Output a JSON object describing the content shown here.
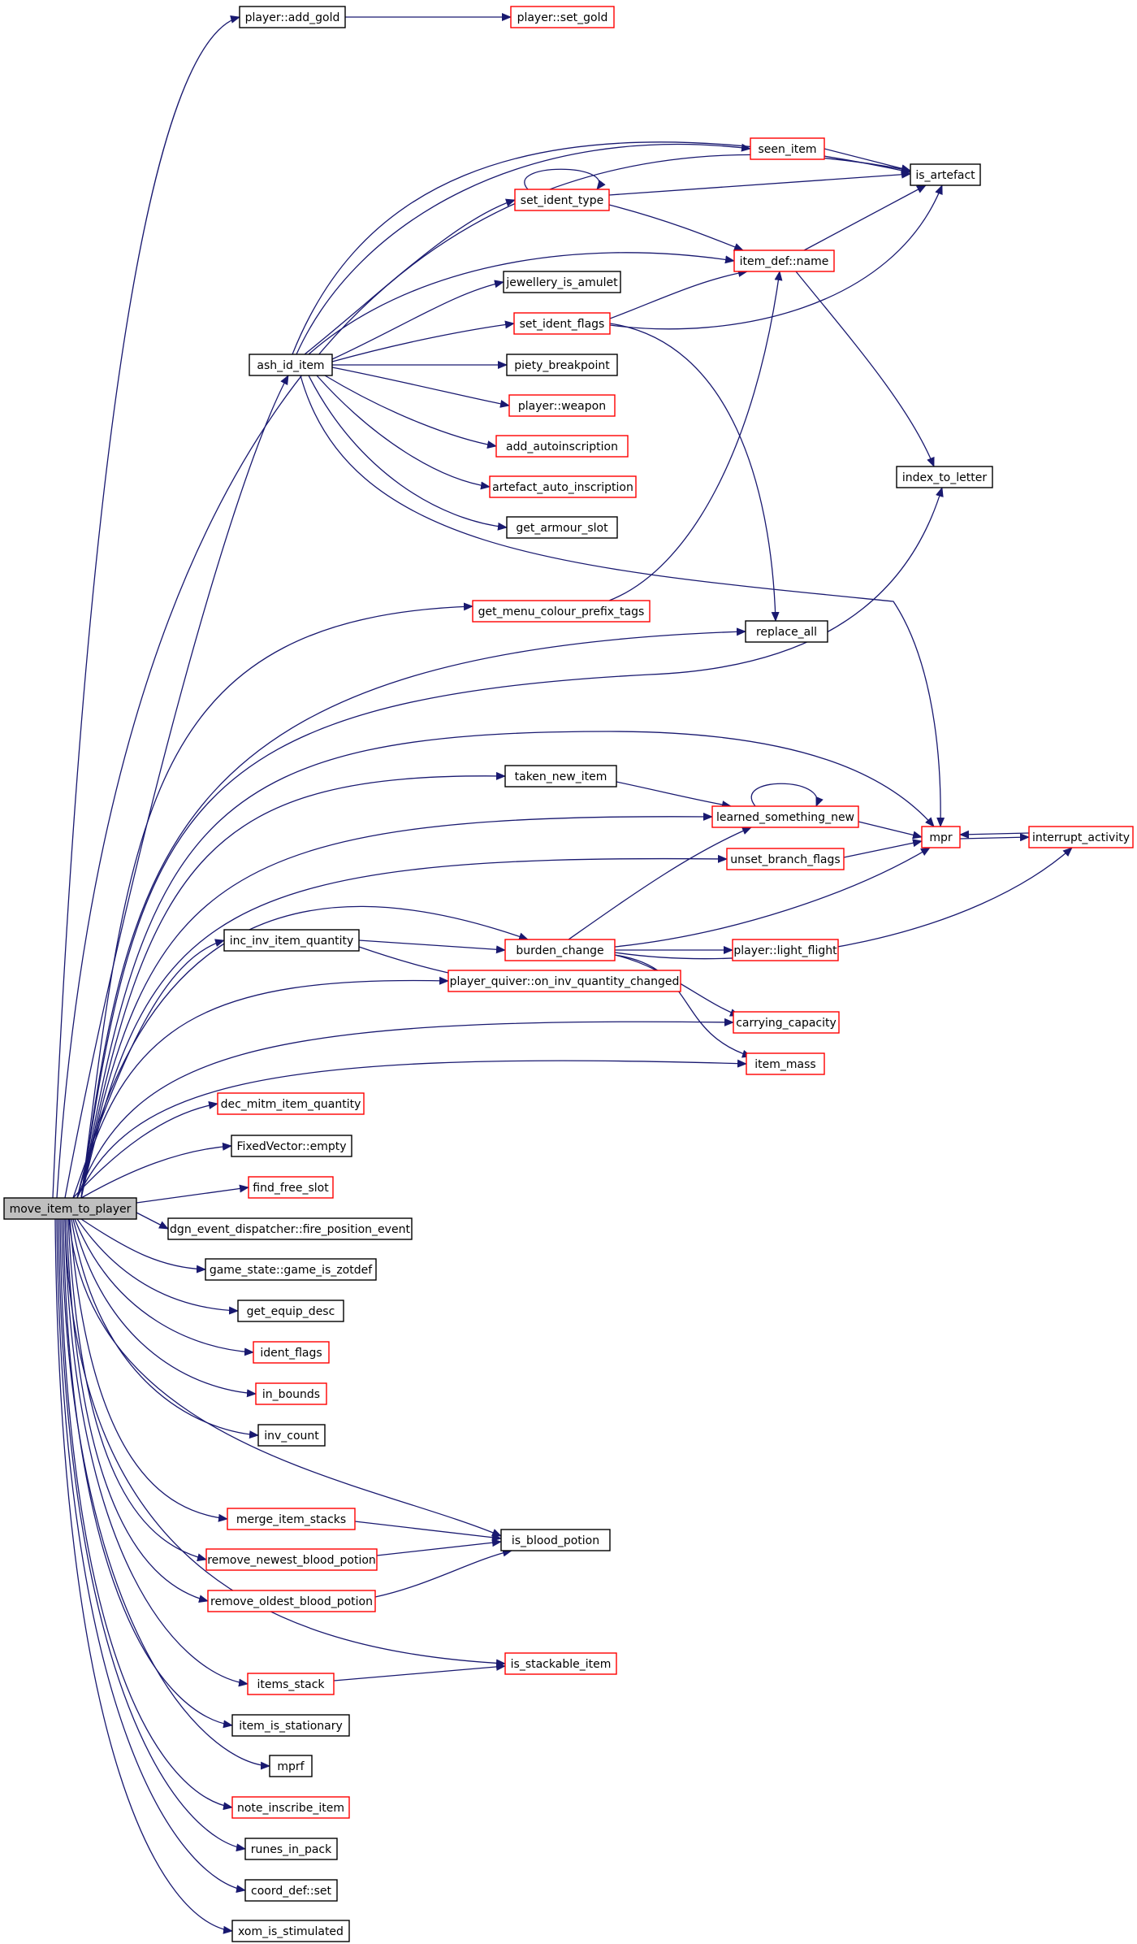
{
  "colors": {
    "edge": "#191970",
    "root_fill": "#bfbfbf",
    "border_plain": "#000000",
    "border_incomplete": "#ff0000"
  },
  "nodes": [
    {
      "id": "root",
      "label": "move_item_to_player",
      "style": "root"
    },
    {
      "id": "add_gold",
      "label": "player::add_gold",
      "style": "plain"
    },
    {
      "id": "set_gold",
      "label": "player::set_gold",
      "style": "red"
    },
    {
      "id": "seen_item",
      "label": "seen_item",
      "style": "red"
    },
    {
      "id": "is_artefact",
      "label": "is_artefact",
      "style": "plain"
    },
    {
      "id": "set_ident_type",
      "label": "set_ident_type",
      "style": "red"
    },
    {
      "id": "item_def_name",
      "label": "item_def::name",
      "style": "red"
    },
    {
      "id": "jewellery_is_amulet",
      "label": "jewellery_is_amulet",
      "style": "plain"
    },
    {
      "id": "set_ident_flags",
      "label": "set_ident_flags",
      "style": "red"
    },
    {
      "id": "ash_id_item",
      "label": "ash_id_item",
      "style": "plain"
    },
    {
      "id": "piety_breakpoint",
      "label": "piety_breakpoint",
      "style": "plain"
    },
    {
      "id": "player_weapon",
      "label": "player::weapon",
      "style": "red"
    },
    {
      "id": "add_autoinscription",
      "label": "add_autoinscription",
      "style": "red"
    },
    {
      "id": "index_to_letter",
      "label": "index_to_letter",
      "style": "plain"
    },
    {
      "id": "artefact_auto_inscription",
      "label": "artefact_auto_inscription",
      "style": "red"
    },
    {
      "id": "get_armour_slot",
      "label": "get_armour_slot",
      "style": "plain"
    },
    {
      "id": "get_menu_colour_prefix_tags",
      "label": "get_menu_colour_prefix_tags",
      "style": "red"
    },
    {
      "id": "replace_all",
      "label": "replace_all",
      "style": "plain"
    },
    {
      "id": "taken_new_item",
      "label": "taken_new_item",
      "style": "plain"
    },
    {
      "id": "learned_something_new",
      "label": "learned_something_new",
      "style": "red"
    },
    {
      "id": "mpr",
      "label": "mpr",
      "style": "red"
    },
    {
      "id": "interrupt_activity",
      "label": "interrupt_activity",
      "style": "red"
    },
    {
      "id": "unset_branch_flags",
      "label": "unset_branch_flags",
      "style": "red"
    },
    {
      "id": "inc_inv_item_quantity",
      "label": "inc_inv_item_quantity",
      "style": "plain"
    },
    {
      "id": "burden_change",
      "label": "burden_change",
      "style": "red"
    },
    {
      "id": "player_light_flight",
      "label": "player::light_flight",
      "style": "red"
    },
    {
      "id": "player_quiver",
      "label": "player_quiver::on_inv_quantity_changed",
      "style": "red"
    },
    {
      "id": "carrying_capacity",
      "label": "carrying_capacity",
      "style": "red"
    },
    {
      "id": "item_mass",
      "label": "item_mass",
      "style": "red"
    },
    {
      "id": "dec_mitm_item_quantity",
      "label": "dec_mitm_item_quantity",
      "style": "red"
    },
    {
      "id": "fixedvector_empty",
      "label": "FixedVector::empty",
      "style": "plain"
    },
    {
      "id": "find_free_slot",
      "label": "find_free_slot",
      "style": "red"
    },
    {
      "id": "dgn_event",
      "label": "dgn_event_dispatcher::fire_position_event",
      "style": "plain"
    },
    {
      "id": "game_is_zotdef",
      "label": "game_state::game_is_zotdef",
      "style": "plain"
    },
    {
      "id": "get_equip_desc",
      "label": "get_equip_desc",
      "style": "plain"
    },
    {
      "id": "ident_flags",
      "label": "ident_flags",
      "style": "red"
    },
    {
      "id": "in_bounds",
      "label": "in_bounds",
      "style": "red"
    },
    {
      "id": "inv_count",
      "label": "inv_count",
      "style": "plain"
    },
    {
      "id": "merge_item_stacks",
      "label": "merge_item_stacks",
      "style": "red"
    },
    {
      "id": "is_blood_potion",
      "label": "is_blood_potion",
      "style": "plain"
    },
    {
      "id": "remove_newest_blood_potion",
      "label": "remove_newest_blood_potion",
      "style": "red"
    },
    {
      "id": "remove_oldest_blood_potion",
      "label": "remove_oldest_blood_potion",
      "style": "red"
    },
    {
      "id": "is_stackable_item",
      "label": "is_stackable_item",
      "style": "red"
    },
    {
      "id": "items_stack",
      "label": "items_stack",
      "style": "red"
    },
    {
      "id": "item_is_stationary",
      "label": "item_is_stationary",
      "style": "plain"
    },
    {
      "id": "mprf",
      "label": "mprf",
      "style": "plain"
    },
    {
      "id": "note_inscribe_item",
      "label": "note_inscribe_item",
      "style": "red"
    },
    {
      "id": "runes_in_pack",
      "label": "runes_in_pack",
      "style": "plain"
    },
    {
      "id": "coord_def_set",
      "label": "coord_def::set",
      "style": "plain"
    },
    {
      "id": "xom_is_stimulated",
      "label": "xom_is_stimulated",
      "style": "plain"
    }
  ],
  "edges": [
    [
      "root",
      "add_gold"
    ],
    [
      "add_gold",
      "set_gold"
    ],
    [
      "root",
      "is_artefact"
    ],
    [
      "root",
      "ash_id_item"
    ],
    [
      "ash_id_item",
      "is_artefact"
    ],
    [
      "ash_id_item",
      "seen_item"
    ],
    [
      "ash_id_item",
      "set_ident_type"
    ],
    [
      "ash_id_item",
      "item_def_name"
    ],
    [
      "ash_id_item",
      "jewellery_is_amulet"
    ],
    [
      "ash_id_item",
      "set_ident_flags"
    ],
    [
      "ash_id_item",
      "piety_breakpoint"
    ],
    [
      "ash_id_item",
      "player_weapon"
    ],
    [
      "ash_id_item",
      "add_autoinscription"
    ],
    [
      "ash_id_item",
      "artefact_auto_inscription"
    ],
    [
      "ash_id_item",
      "get_armour_slot"
    ],
    [
      "ash_id_item",
      "mpr"
    ],
    [
      "seen_item",
      "is_artefact"
    ],
    [
      "set_ident_type",
      "set_ident_type"
    ],
    [
      "set_ident_type",
      "is_artefact"
    ],
    [
      "set_ident_type",
      "item_def_name"
    ],
    [
      "item_def_name",
      "is_artefact"
    ],
    [
      "item_def_name",
      "index_to_letter"
    ],
    [
      "set_ident_flags",
      "item_def_name"
    ],
    [
      "set_ident_flags",
      "is_artefact"
    ],
    [
      "set_ident_flags",
      "replace_all"
    ],
    [
      "root",
      "get_menu_colour_prefix_tags"
    ],
    [
      "get_menu_colour_prefix_tags",
      "item_def_name"
    ],
    [
      "root",
      "replace_all"
    ],
    [
      "root",
      "index_to_letter"
    ],
    [
      "root",
      "mpr"
    ],
    [
      "root",
      "taken_new_item"
    ],
    [
      "taken_new_item",
      "learned_something_new"
    ],
    [
      "root",
      "learned_something_new"
    ],
    [
      "learned_something_new",
      "learned_something_new"
    ],
    [
      "learned_something_new",
      "mpr"
    ],
    [
      "mpr",
      "interrupt_activity"
    ],
    [
      "interrupt_activity",
      "mpr"
    ],
    [
      "root",
      "unset_branch_flags"
    ],
    [
      "unset_branch_flags",
      "mpr"
    ],
    [
      "root",
      "inc_inv_item_quantity"
    ],
    [
      "inc_inv_item_quantity",
      "burden_change"
    ],
    [
      "inc_inv_item_quantity",
      "player_quiver"
    ],
    [
      "root",
      "burden_change"
    ],
    [
      "burden_change",
      "learned_something_new"
    ],
    [
      "burden_change",
      "mpr"
    ],
    [
      "burden_change",
      "interrupt_activity"
    ],
    [
      "burden_change",
      "player_light_flight"
    ],
    [
      "burden_change",
      "carrying_capacity"
    ],
    [
      "burden_change",
      "item_mass"
    ],
    [
      "root",
      "player_quiver"
    ],
    [
      "root",
      "carrying_capacity"
    ],
    [
      "root",
      "item_mass"
    ],
    [
      "root",
      "dec_mitm_item_quantity"
    ],
    [
      "root",
      "fixedvector_empty"
    ],
    [
      "root",
      "find_free_slot"
    ],
    [
      "root",
      "dgn_event"
    ],
    [
      "root",
      "game_is_zotdef"
    ],
    [
      "root",
      "get_equip_desc"
    ],
    [
      "root",
      "ident_flags"
    ],
    [
      "root",
      "in_bounds"
    ],
    [
      "root",
      "inv_count"
    ],
    [
      "root",
      "is_blood_potion"
    ],
    [
      "root",
      "merge_item_stacks"
    ],
    [
      "merge_item_stacks",
      "is_blood_potion"
    ],
    [
      "root",
      "remove_newest_blood_potion"
    ],
    [
      "remove_newest_blood_potion",
      "is_blood_potion"
    ],
    [
      "root",
      "remove_oldest_blood_potion"
    ],
    [
      "remove_oldest_blood_potion",
      "is_blood_potion"
    ],
    [
      "root",
      "is_stackable_item"
    ],
    [
      "root",
      "items_stack"
    ],
    [
      "items_stack",
      "is_stackable_item"
    ],
    [
      "root",
      "item_is_stationary"
    ],
    [
      "root",
      "mprf"
    ],
    [
      "root",
      "note_inscribe_item"
    ],
    [
      "root",
      "runes_in_pack"
    ],
    [
      "root",
      "coord_def_set"
    ],
    [
      "root",
      "xom_is_stimulated"
    ]
  ]
}
